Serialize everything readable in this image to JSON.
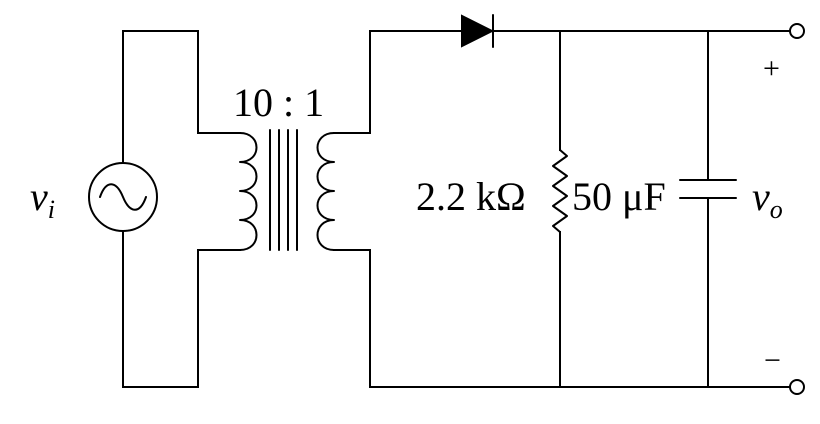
{
  "diagram": {
    "transformer_ratio": "10 : 1",
    "resistor_value": "2.2 kΩ",
    "capacitor_value": "50 μF",
    "input_voltage": {
      "symbol": "v",
      "subscript": "i"
    },
    "output_voltage": {
      "symbol": "v",
      "subscript": "o"
    },
    "output_plus": "+",
    "output_minus": "−"
  }
}
